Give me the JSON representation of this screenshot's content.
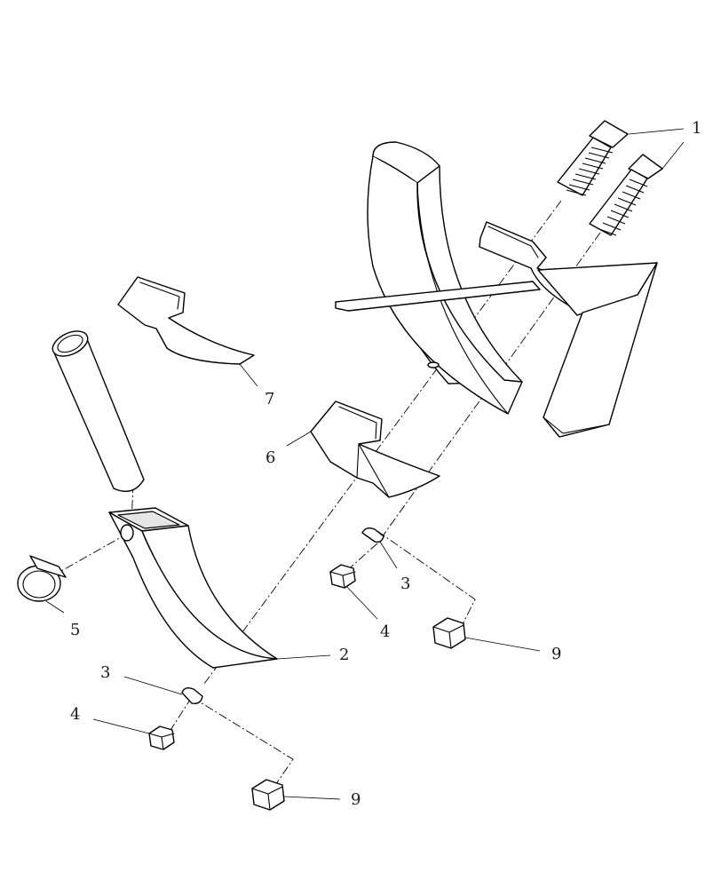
{
  "callouts": [
    {
      "id": "1",
      "label": "1"
    },
    {
      "id": "2",
      "label": "2"
    },
    {
      "id": "3a",
      "label": "3"
    },
    {
      "id": "3b",
      "label": "3"
    },
    {
      "id": "4a",
      "label": "4"
    },
    {
      "id": "4b",
      "label": "4"
    },
    {
      "id": "5",
      "label": "5"
    },
    {
      "id": "6",
      "label": "6"
    },
    {
      "id": "7",
      "label": "7"
    },
    {
      "id": "9a",
      "label": "9"
    },
    {
      "id": "9b",
      "label": "9"
    }
  ]
}
